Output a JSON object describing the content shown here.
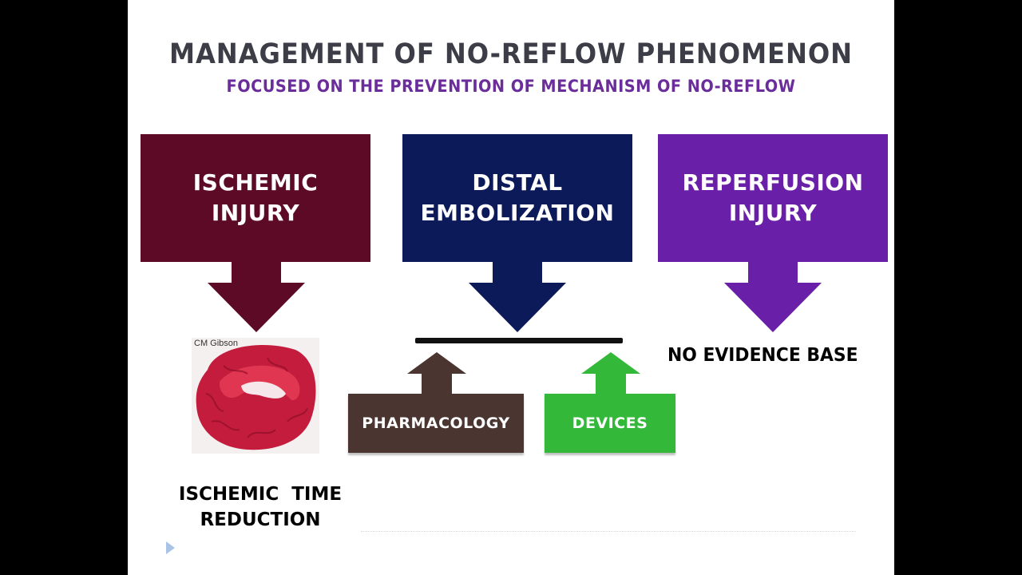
{
  "slide": {
    "title": "MANAGEMENT OF NO-REFLOW PHENOMENON",
    "subtitle": "FOCUSED ON THE PREVENTION OF MECHANISM OF NO-REFLOW"
  },
  "boxes": [
    {
      "line1": "ISCHEMIC",
      "line2": "INJURY",
      "color": "#5c0a26"
    },
    {
      "line1": "DISTAL",
      "line2": "EMBOLIZATION",
      "color": "#0c1a5a"
    },
    {
      "line1": "REPERFUSION",
      "line2": "INJURY",
      "color": "#6a1fa8"
    }
  ],
  "image": {
    "credit": "CM Gibson"
  },
  "actions": {
    "pharmacology": {
      "label": "PHARMACOLOGY",
      "color": "#4a3531"
    },
    "devices": {
      "label": "DEVICES",
      "color": "#33b83a"
    }
  },
  "notes": {
    "no_evidence": "NO EVIDENCE BASE",
    "ischemic_time_line1": "ISCHEMIC  TIME",
    "ischemic_time_line2": "REDUCTION"
  },
  "icons": {
    "slide_nav": "play-triangle-icon"
  }
}
